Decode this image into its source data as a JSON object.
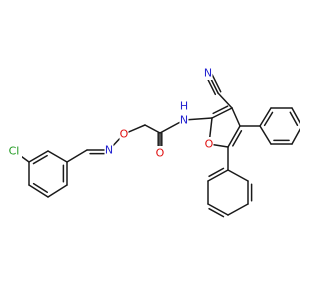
{
  "molecule": {
    "atom_labels": {
      "cl": "Cl",
      "n_oxime": "N",
      "o_ether": "O",
      "o_carbonyl": "O",
      "nh": "N",
      "h_of_nh": "H",
      "n_nitrile": "N",
      "o_furan": "O"
    },
    "colors": {
      "bond": "#1a1a1a",
      "chlorine": "#1f9a1f",
      "nitrogen": "#2323d0",
      "oxygen": "#e01010",
      "carbon": "#1a1a1a"
    }
  }
}
